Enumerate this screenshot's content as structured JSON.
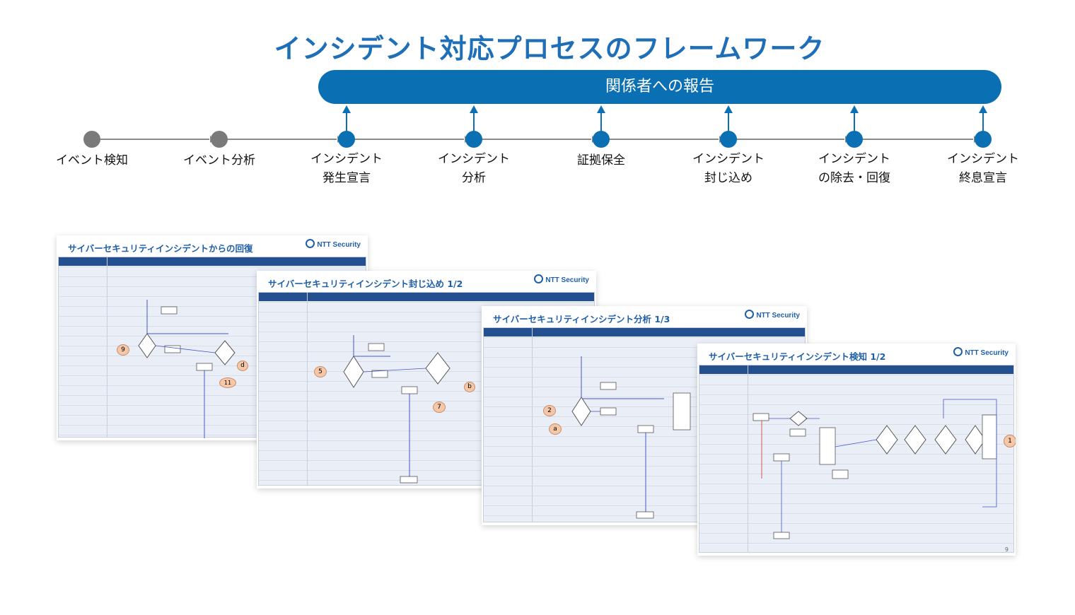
{
  "title": "インシデント対応プロセスのフレームワーク",
  "banner": "関係者への報告",
  "steps": [
    {
      "line1": "イベント検知",
      "line2": "",
      "active": false
    },
    {
      "line1": "イベント分析",
      "line2": "",
      "active": false
    },
    {
      "line1": "インシデント",
      "line2": "発生宣言",
      "active": true
    },
    {
      "line1": "インシデント",
      "line2": "分析",
      "active": true
    },
    {
      "line1": "証拠保全",
      "line2": "",
      "active": true
    },
    {
      "line1": "インシデント",
      "line2": "封じ込め",
      "active": true
    },
    {
      "line1": "インシデント",
      "line2": "の除去・回復",
      "active": true
    },
    {
      "line1": "インシデント",
      "line2": "終息宣言",
      "active": true
    }
  ],
  "colors": {
    "accent": "#0b6fb3",
    "title": "#1f6fb8",
    "inactive": "#7a7a7a",
    "line": "#8a8a8a"
  },
  "slides": [
    {
      "title": "サイバーセキュリティインシデントからの回復",
      "logo": "NTT Security",
      "badges": [
        "9",
        "d",
        "11"
      ]
    },
    {
      "title": "サイバーセキュリティインシデント封じ込め 1/2",
      "logo": "NTT Security",
      "badges": [
        "5",
        "7",
        "b"
      ]
    },
    {
      "title": "サイバーセキュリティインシデント分析 1/3",
      "logo": "NTT Security",
      "badges": [
        "2",
        "a"
      ]
    },
    {
      "title": "サイバーセキュリティインシデント検知 1/2",
      "logo": "NTT Security",
      "badges": [
        "1"
      ],
      "page": "9"
    }
  ]
}
